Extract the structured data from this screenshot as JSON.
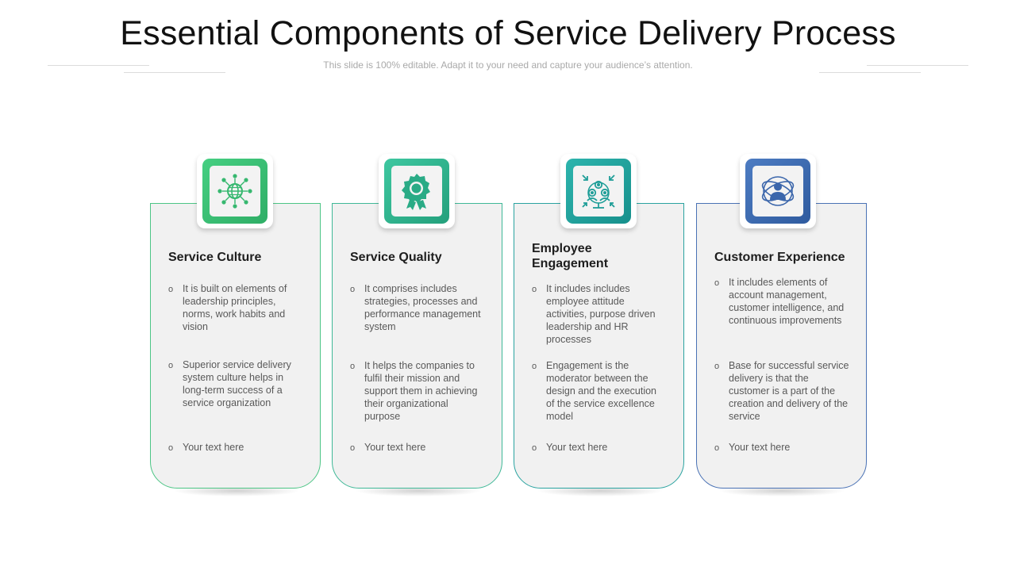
{
  "header": {
    "title": "Essential Components of Service Delivery Process",
    "subtitle": "This slide is 100% editable. Adapt it to your need and capture your audience’s attention."
  },
  "cards": [
    {
      "title": "Service Culture",
      "icon": "globe-network-icon",
      "accent": "#3cbf78",
      "bullets": [
        "It is built on elements of leadership principles, norms, work habits and vision",
        "Superior service delivery system culture helps in long-term success of a service organization",
        "Your text here"
      ]
    },
    {
      "title": "Service Quality",
      "icon": "award-badge-icon",
      "accent": "#2fb38f",
      "bullets": [
        "It comprises includes strategies, processes and performance management system",
        "It helps the companies to fulfil their mission and support them in achieving their organizational purpose",
        "Your text here"
      ]
    },
    {
      "title": "Employee Engagement",
      "icon": "team-engagement-icon",
      "accent": "#1f9e98",
      "bullets": [
        "It includes includes employee attitude activities, purpose driven leadership and HR processes",
        "Engagement is the moderator between the design and the execution of the service excellence model",
        "Your text here"
      ]
    },
    {
      "title": "Customer Experience",
      "icon": "customer-orbit-icon",
      "accent": "#3f6db0",
      "bullets": [
        "It includes elements of account management, customer intelligence, and continuous improvements",
        "Base for successful service delivery is that the customer is a part of the creation and delivery of the service",
        "Your text here"
      ]
    }
  ]
}
